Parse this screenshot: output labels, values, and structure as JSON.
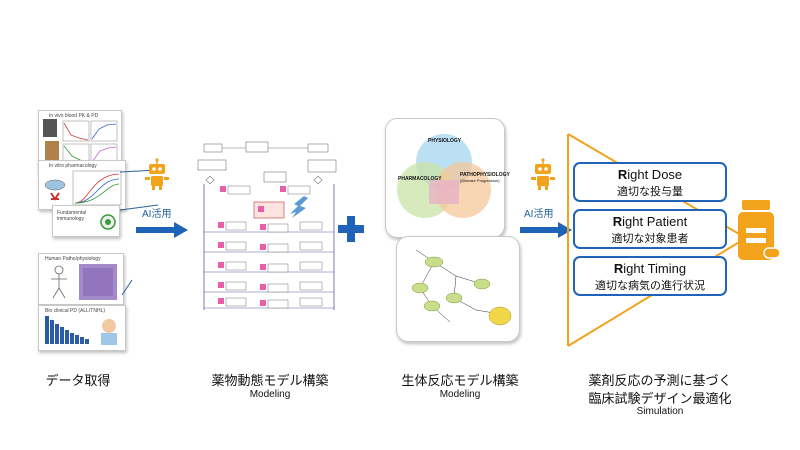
{
  "data_panel": {
    "card1_title": "In vivo blood PK & PD",
    "card2_title": "In vitro pharmacology",
    "card3_title": "Fundamental immunology",
    "card4_title": "Human Patho/physiology",
    "card5_title": "Bio clinical PD (ALL/TNHL)"
  },
  "ai_labels": [
    "AI活用",
    "AI活用"
  ],
  "physiology_diagram": {
    "top": "PHYSIOLOGY",
    "left": "PHARMACOLOGY",
    "right": "PATHOPHYSIOLOGY",
    "right_sub": "(Disease Progression)"
  },
  "results": [
    {
      "bold": "R",
      "rest": "ight Dose",
      "jp": "適切な投与量"
    },
    {
      "bold": "R",
      "rest": "ight Patient",
      "jp": "適切な対象患者"
    },
    {
      "bold": "R",
      "rest": "ight Timing",
      "jp": "適切な病気の進行状況"
    }
  ],
  "captions": {
    "data": {
      "jp": "データ取得"
    },
    "pk": {
      "jp": "薬物動態モデル構築",
      "en": "Modeling"
    },
    "bio": {
      "jp": "生体反応モデル構築",
      "en": "Modeling"
    },
    "sim": {
      "jp1": "薬剤反応の予測に基づく",
      "jp2": "臨床試験デザイン最適化",
      "en": "Simulation"
    }
  },
  "colors": {
    "blue": "#1f64b8",
    "orange": "#f2a21b",
    "pink": "#e85fa8"
  }
}
